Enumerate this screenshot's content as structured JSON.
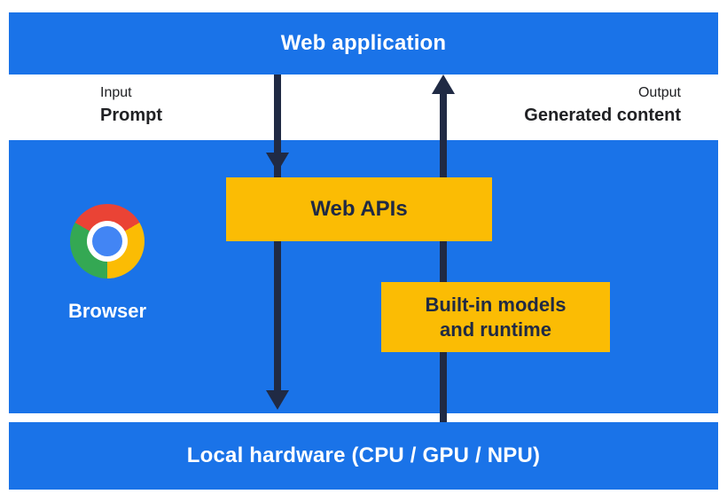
{
  "colors": {
    "blue": "#1a73e8",
    "yellow": "#fbbc04",
    "dark": "#202a44",
    "white": "#ffffff",
    "chrome_logo": {
      "red": "#ea4335",
      "yellow": "#fbbc04",
      "green": "#34a853",
      "blue": "#4285f4"
    }
  },
  "layers": {
    "web_application": {
      "label": "Web application"
    },
    "local_hardware": {
      "label": "Local hardware (CPU / GPU / NPU)"
    }
  },
  "io": {
    "input": {
      "caption": "Input",
      "value": "Prompt"
    },
    "output": {
      "caption": "Output",
      "value": "Generated content"
    }
  },
  "browser": {
    "label": "Browser",
    "icon": "chrome-logo",
    "web_apis": {
      "label": "Web APIs"
    },
    "builtin_models": {
      "label": "Built-in models and runtime",
      "line1": "Built-in models",
      "line2": "and runtime"
    }
  },
  "flows": [
    {
      "name": "prompt-flow",
      "direction": "down",
      "from": "Web application",
      "through": "Web APIs",
      "to": "Local hardware (CPU / GPU / NPU)"
    },
    {
      "name": "generated-content-flow",
      "direction": "up",
      "from": "Local hardware (CPU / GPU / NPU)",
      "through": "Built-in models and runtime",
      "to": "Web application"
    }
  ]
}
